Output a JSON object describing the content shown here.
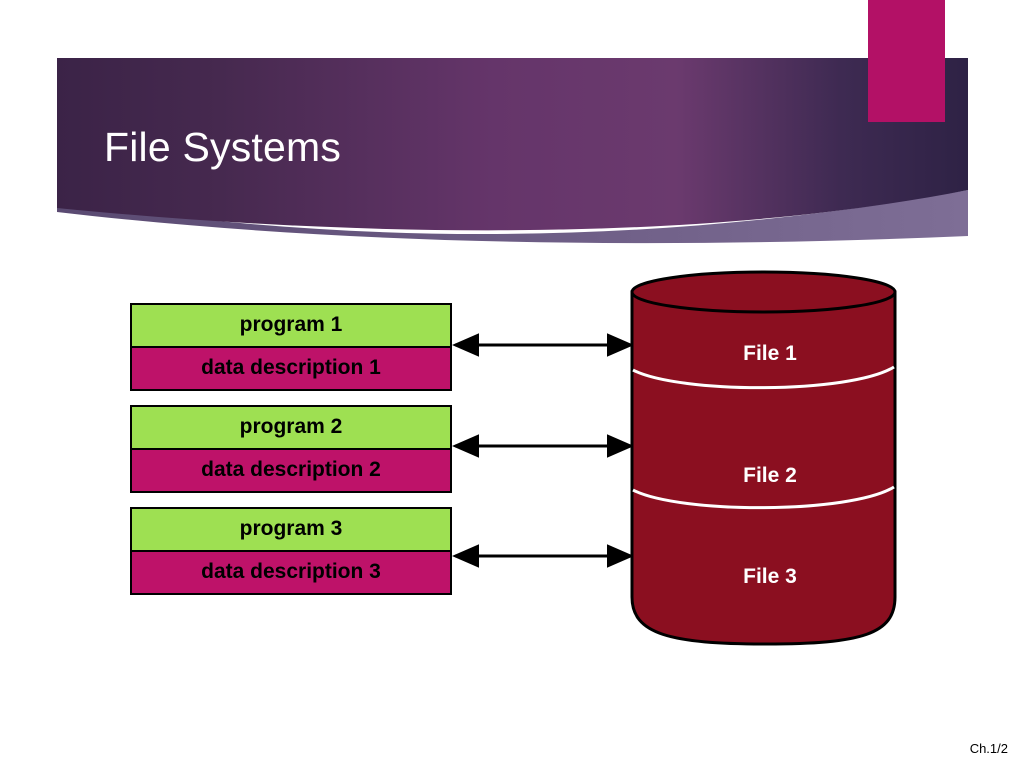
{
  "slide": {
    "title": "File Systems",
    "footer": "Ch.1/2"
  },
  "theme": {
    "banner_gradient_left": "#3B2347",
    "banner_gradient_mid": "#6B3A6E",
    "banner_gradient_right": "#2E2245",
    "banner_wedge": "#6F5C82",
    "accent_bar": "#B31166",
    "program_green": "#9EE052",
    "data_magenta": "#BE1269",
    "cylinder_red": "#8B0F20",
    "outline_black": "#000000",
    "label_white": "#FFFFFF"
  },
  "diagram": {
    "programs": [
      {
        "program": "program 1",
        "data_description": "data description 1"
      },
      {
        "program": "program 2",
        "data_description": "data description 2"
      },
      {
        "program": "program 3",
        "data_description": "data description 3"
      }
    ],
    "files": [
      {
        "label": "File 1"
      },
      {
        "label": "File 2"
      },
      {
        "label": "File 3"
      }
    ],
    "connectors": [
      {
        "from": "program 1",
        "to": "File 1",
        "style": "double-arrow"
      },
      {
        "from": "program 2",
        "to": "File 2",
        "style": "double-arrow"
      },
      {
        "from": "program 3",
        "to": "File 3",
        "style": "double-arrow"
      }
    ]
  }
}
